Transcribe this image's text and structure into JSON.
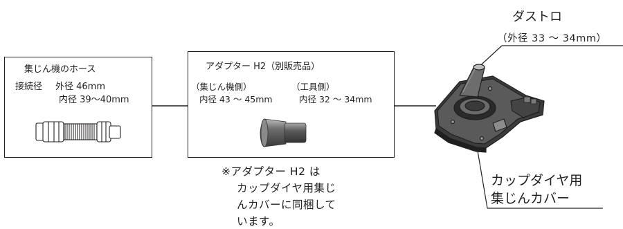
{
  "hose_box": {
    "title": "集じん機のホース",
    "label_connection": "接続径",
    "outer": "外径 46mm",
    "inner": "内径 39～40mm"
  },
  "adapter_box": {
    "title": "アダプター H2（別販売品）",
    "left_head": "（集じん機側）",
    "left_value": "内径 43 ～ 45mm",
    "right_head": "（工具側）",
    "right_value": "内径 32 ～ 34mm"
  },
  "dust_port": {
    "label": "ダストロ",
    "size": "（外径 33 ～ 34mm）"
  },
  "cover": {
    "line1": "カップダイヤ用",
    "line2": "集じんカバー"
  },
  "note": {
    "line1": "※アダプター H2 は",
    "line2": "カップダイヤ用集じ",
    "line3": "んカバーに同梱して",
    "line4": "います。"
  }
}
